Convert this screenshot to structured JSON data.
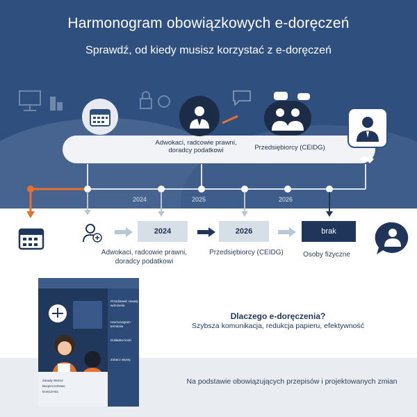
{
  "header": {
    "title": "Harmonogram obowiązkowych e-doręczeń",
    "subtitle": "Sprawdź, od kiedy musisz korzystać z e-doręczeń"
  },
  "band": {
    "lawyers": "Adwokaci, radcowie prawni, doradcy podatkowi",
    "business": "Przedsiębiorcy (CEIDG)"
  },
  "timeline": {
    "years": [
      "2024",
      "2025",
      "2026"
    ]
  },
  "row": {
    "boxes": [
      "2024",
      "2026",
      "brak"
    ],
    "labels": [
      "Adwokaci, radcowie prawni, doradcy podatkowi",
      "Przedsiębiorcy (CEIDG)",
      "Osoby fizyczne"
    ]
  },
  "why": {
    "title": "Dlaczego e-doręczenia?",
    "text": "Szybsza komunikacja, redukcja papieru, efektywność"
  },
  "footer": "Na podstawie obowiązujących przepisów i projektowanych zmian",
  "product_box": {
    "side_items": [
      "Przedstawić zasady wdrożenia",
      "Harmonogram terminów",
      "Dokładne kroki",
      "Zobacz więcej"
    ],
    "front_lines": [
      "Zasady Ważne",
      "Bezpieczeństwo",
      "Doręczenia"
    ]
  },
  "colors": {
    "primary": "#2f4f7f",
    "dark": "#1f3559",
    "accent": "#e8702a",
    "light": "#d6dee8"
  }
}
